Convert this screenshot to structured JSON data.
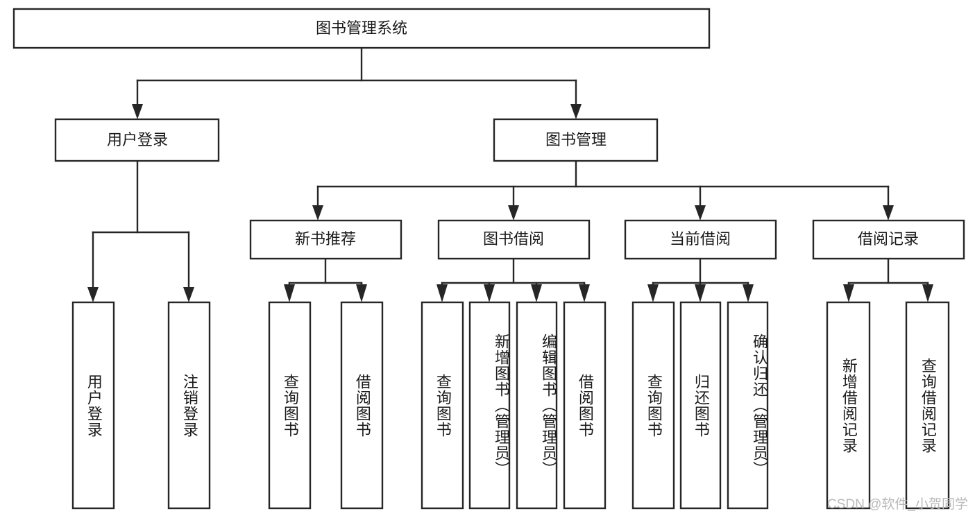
{
  "diagram": {
    "title": "图书管理系统",
    "type": "tree-hierarchy",
    "colors": {
      "stroke": "#262626",
      "fill": "#ffffff",
      "text": "#1a1a1a",
      "watermark": "#b9b9b9"
    },
    "root": {
      "label": "图书管理系统"
    },
    "level2": [
      {
        "label": "用户登录"
      },
      {
        "label": "图书管理"
      }
    ],
    "level3": [
      {
        "label": "新书推荐"
      },
      {
        "label": "图书借阅"
      },
      {
        "label": "当前借阅"
      },
      {
        "label": "借阅记录"
      }
    ],
    "leaves": {
      "user_login": [
        {
          "label": "用户登录"
        },
        {
          "label": "注销登录"
        }
      ],
      "new_book": [
        {
          "label": "查询图书"
        },
        {
          "label": "借阅图书"
        }
      ],
      "book_borrow": [
        {
          "label": "查询图书"
        },
        {
          "label": "新增图书（管理员）"
        },
        {
          "label": "编辑图书（管理员）"
        },
        {
          "label": "借阅图书"
        }
      ],
      "current_borrow": [
        {
          "label": "查询图书"
        },
        {
          "label": "归还图书"
        },
        {
          "label": "确认归还（管理员）"
        }
      ],
      "borrow_record": [
        {
          "label": "新增借阅记录"
        },
        {
          "label": "查询借阅记录"
        }
      ]
    },
    "watermark": "CSDN @软件_小贺同学"
  }
}
